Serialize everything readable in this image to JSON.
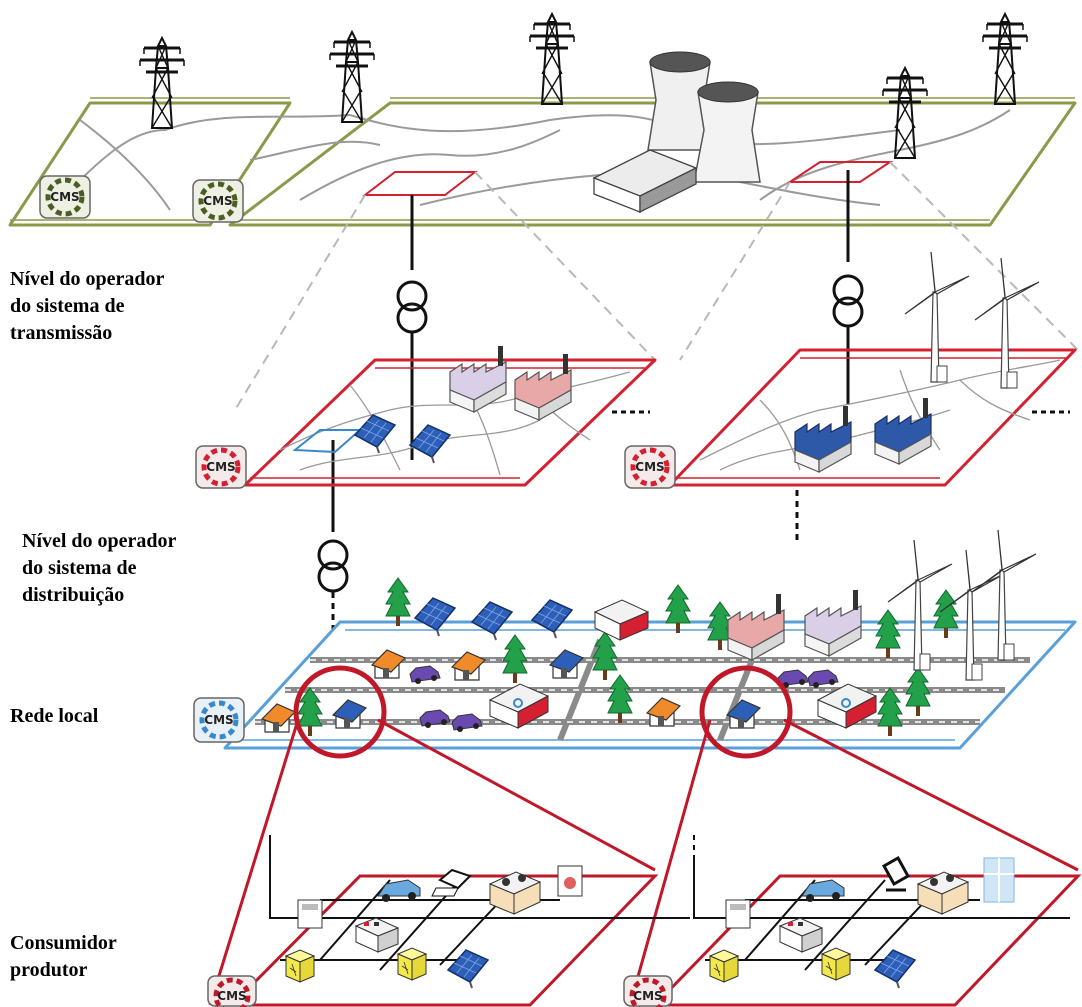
{
  "labels": {
    "transmission": "Nível do operador\ndo sistema de\ntransmissão",
    "distribution": "Nível do operador\ndo sistema de\ndistribuição",
    "local_grid": "Rede local",
    "prosumer": "Consumidor\nprodutor"
  },
  "cms_label": "CMS",
  "colors": {
    "transmission_level": "#8a9a4a",
    "distribution_level": "#d42030",
    "local_level": "#5aa0d8",
    "prosumer_level": "#c01828",
    "cms_transmission": "#4a5e24",
    "cms_distribution": "#d42030",
    "cms_local": "#3a88cc"
  },
  "icons": [
    "pylon-icon",
    "cooling-tower-icon",
    "power-plant-icon",
    "transformer-icon",
    "factory-icon",
    "solar-panel-icon",
    "wind-turbine-icon",
    "house-icon",
    "tree-icon",
    "car-icon",
    "charging-station-icon",
    "meter-icon",
    "laptop-icon",
    "heat-pump-icon",
    "washing-machine-icon",
    "inverter-icon",
    "battery-icon",
    "fridge-icon"
  ]
}
